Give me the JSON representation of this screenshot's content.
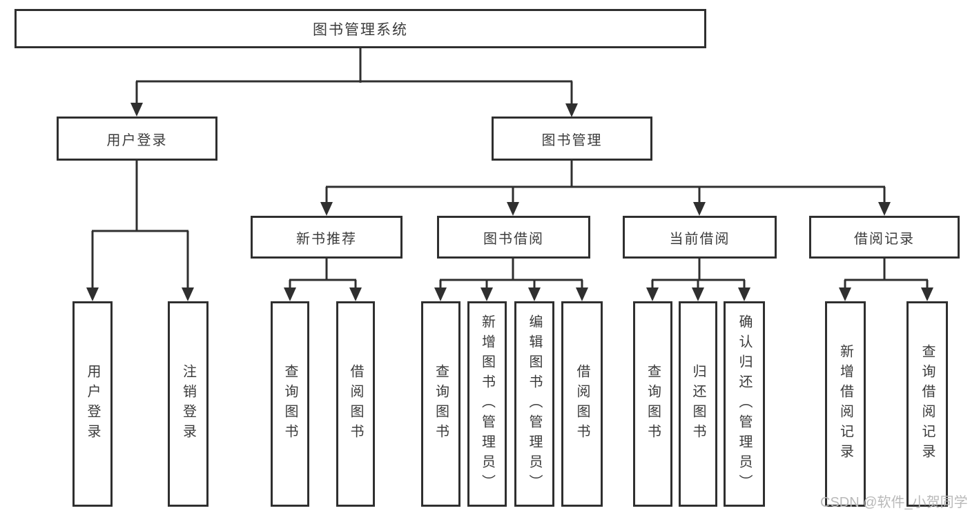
{
  "colors": {
    "line": "#2f2f2f",
    "text": "#3b3b3b",
    "box_background": "#ffffff",
    "page_background": "#ffffff",
    "watermark": "#b9b9b9"
  },
  "tree": {
    "root": "图书管理系统",
    "user_login": {
      "label": "用户登录",
      "children": [
        "用户登录",
        "注销登录"
      ]
    },
    "book_mgmt": {
      "label": "图书管理",
      "children": [
        {
          "label": "新书推荐",
          "children": [
            "查询图书",
            "借阅图书"
          ]
        },
        {
          "label": "图书借阅",
          "children": [
            "查询图书",
            "新增图书（管理员）",
            "编辑图书（管理员）",
            "借阅图书"
          ]
        },
        {
          "label": "当前借阅",
          "children": [
            "查询图书",
            "归还图书",
            "确认归还（管理员）"
          ]
        },
        {
          "label": "借阅记录",
          "children": [
            "新增借阅记录",
            "查询借阅记录"
          ]
        }
      ]
    }
  },
  "watermark": "CSDN @软件_小贺同学"
}
